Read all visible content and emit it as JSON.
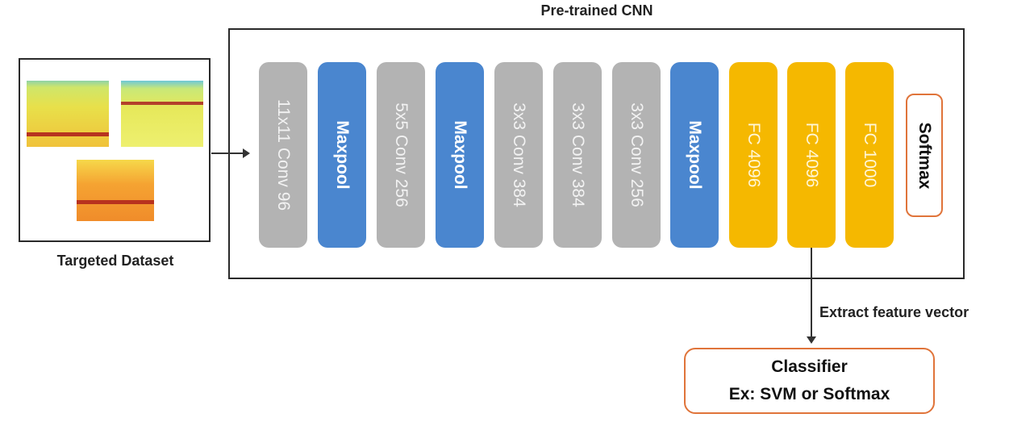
{
  "cnn": {
    "title": "Pre-trained CNN",
    "layers": [
      {
        "label": "11x11 Conv  96",
        "kind": "conv"
      },
      {
        "label": "Maxpool",
        "kind": "pool"
      },
      {
        "label": "5x5 Conv  256",
        "kind": "conv"
      },
      {
        "label": "Maxpool",
        "kind": "pool"
      },
      {
        "label": "3x3 Conv  384",
        "kind": "conv"
      },
      {
        "label": "3x3 Conv  384",
        "kind": "conv"
      },
      {
        "label": "3x3 Conv  256",
        "kind": "conv"
      },
      {
        "label": "Maxpool",
        "kind": "pool"
      },
      {
        "label": "FC 4096",
        "kind": "fc"
      },
      {
        "label": "FC 4096",
        "kind": "fc"
      },
      {
        "label": "FC 1000",
        "kind": "fc"
      }
    ],
    "softmax_label": "Softmax"
  },
  "dataset": {
    "label": "Targeted Dataset"
  },
  "extract": {
    "label": "Extract feature vector"
  },
  "classifier": {
    "line1": "Classifier",
    "line2": "Ex: SVM or Softmax"
  },
  "colors": {
    "conv": "#b3b3b3",
    "pool": "#4a86cf",
    "fc": "#f5b800",
    "outline_accent": "#e0743a"
  }
}
